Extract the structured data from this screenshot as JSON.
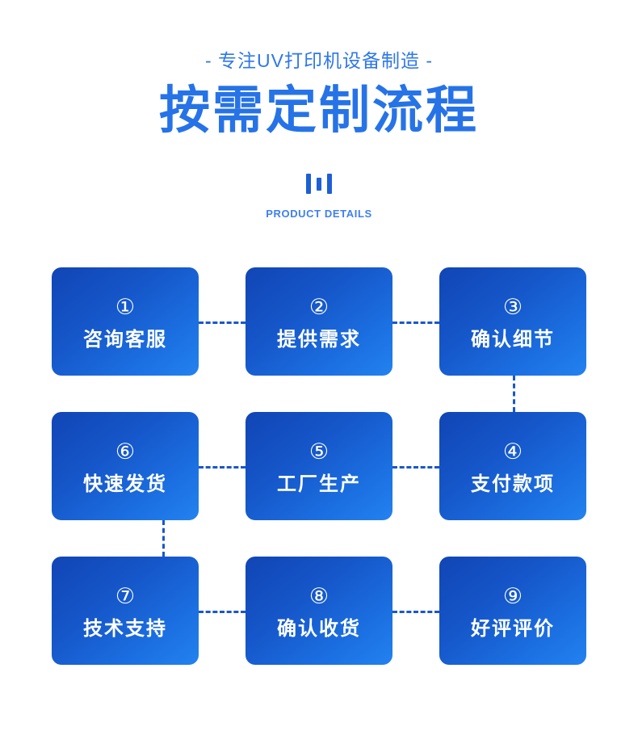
{
  "header": {
    "eyebrow": "- 专注UV打印机设备制造 -",
    "title": "按需定制流程",
    "kicker": "PRODUCT DETAILS",
    "divider_icon": "three-bars-icon"
  },
  "colors": {
    "title_blue": "#2673e8",
    "eyebrow_blue": "#2e77ea",
    "kicker_blue": "#3f7ff0",
    "card_gradient_start": "#1145b5",
    "card_gradient_end": "#2382ef",
    "connector_blue": "#1a57c9",
    "background": "#ffffff",
    "card_text": "#ffffff"
  },
  "flow": {
    "steps": [
      {
        "num": "①",
        "number": 1,
        "label": "咨询客服"
      },
      {
        "num": "②",
        "number": 2,
        "label": "提供需求"
      },
      {
        "num": "③",
        "number": 3,
        "label": "确认细节"
      },
      {
        "num": "④",
        "number": 4,
        "label": "支付款项"
      },
      {
        "num": "⑤",
        "number": 5,
        "label": "工厂生产"
      },
      {
        "num": "⑥",
        "number": 6,
        "label": "快速发货"
      },
      {
        "num": "⑦",
        "number": 7,
        "label": "技术支持"
      },
      {
        "num": "⑧",
        "number": 8,
        "label": "确认收货"
      },
      {
        "num": "⑨",
        "number": 9,
        "label": "好评评价"
      }
    ],
    "connectors": [
      {
        "from": 1,
        "to": 2,
        "orientation": "horizontal"
      },
      {
        "from": 2,
        "to": 3,
        "orientation": "horizontal"
      },
      {
        "from": 3,
        "to": 4,
        "orientation": "vertical"
      },
      {
        "from": 4,
        "to": 5,
        "orientation": "horizontal"
      },
      {
        "from": 5,
        "to": 6,
        "orientation": "horizontal"
      },
      {
        "from": 6,
        "to": 7,
        "orientation": "vertical"
      },
      {
        "from": 7,
        "to": 8,
        "orientation": "horizontal"
      },
      {
        "from": 8,
        "to": 9,
        "orientation": "horizontal"
      }
    ]
  }
}
